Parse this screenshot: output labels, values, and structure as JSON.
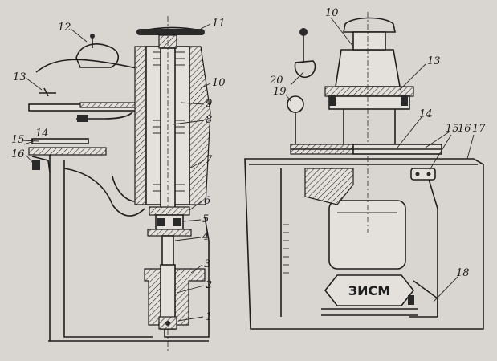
{
  "left_view": {
    "callouts": [
      {
        "id": "1",
        "text": "1"
      },
      {
        "id": "2",
        "text": "2"
      },
      {
        "id": "3",
        "text": "3"
      },
      {
        "id": "4",
        "text": "4"
      },
      {
        "id": "5",
        "text": "5"
      },
      {
        "id": "6",
        "text": "6"
      },
      {
        "id": "7",
        "text": "7"
      },
      {
        "id": "8",
        "text": "8"
      },
      {
        "id": "9",
        "text": "9"
      },
      {
        "id": "10",
        "text": "10"
      },
      {
        "id": "11",
        "text": "11"
      },
      {
        "id": "12",
        "text": "12"
      },
      {
        "id": "13",
        "text": "13"
      },
      {
        "id": "14",
        "text": "14"
      },
      {
        "id": "15",
        "text": "15"
      },
      {
        "id": "16",
        "text": "16"
      }
    ]
  },
  "right_view": {
    "callouts": [
      {
        "id": "10",
        "text": "10"
      },
      {
        "id": "13",
        "text": "13"
      },
      {
        "id": "14",
        "text": "14"
      },
      {
        "id": "15",
        "text": "15"
      },
      {
        "id": "16",
        "text": "16"
      },
      {
        "id": "17",
        "text": "17"
      },
      {
        "id": "18",
        "text": "18"
      },
      {
        "id": "19",
        "text": "19"
      },
      {
        "id": "20",
        "text": "20"
      }
    ],
    "logo_text": "ЗИСМ"
  }
}
